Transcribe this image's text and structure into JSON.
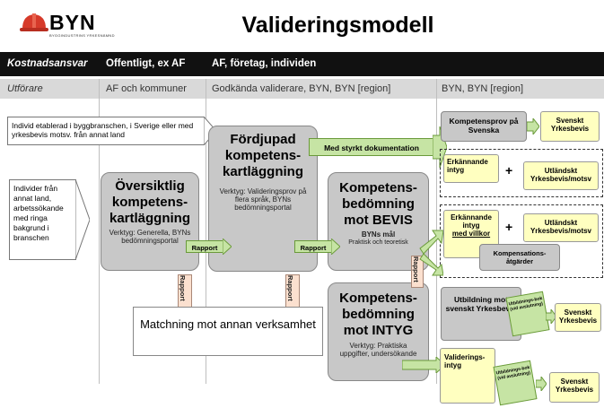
{
  "logo": {
    "text": "BYN",
    "subtitle": "BYGGINDUSTRINS YRKESNÄMND"
  },
  "title": "Valideringsmodell",
  "header_row": [
    "Kostnadsansvar",
    "Offentligt, ex AF",
    "AF, företag, individen"
  ],
  "sub_row": [
    "Utförare",
    "AF och kommuner",
    "Godkända validerare, BYN, BYN [region]",
    "BYN, BYN [region]"
  ],
  "notes": {
    "individ_etablerad": "Individ etablerad i byggbranschen, i Sverige eller med yrkesbevis motsv. från annat land",
    "individer_fran": "Individer från annat land, arbetssökande med ringa bakgrund i branschen"
  },
  "oversiktlig": {
    "title": "Översiktlig kompetens-kartläggning",
    "tool": "Verktyg: Generella, BYNs bedömningsportal"
  },
  "fordjupad": {
    "title": "Fördjupad kompetens-kartläggning",
    "tool": "Verktyg: Valideringsprov på flera språk, BYNs bedömningsportal"
  },
  "bevis": {
    "title": "Kompetens-bedömning mot BEVIS",
    "sub1": "BYNs mål",
    "sub2": "Praktisk och teoretisk"
  },
  "intyg": {
    "title": "Kompetens-bedömning mot INTYG",
    "tool": "Verktyg: Praktiska uppgifter, undersökande"
  },
  "matchning": "Matchning mot annan verksamhet",
  "med_styrkt": "Med styrkt dokumentation",
  "rapport": "Rapport",
  "right": {
    "kompetensprov": "Kompetensprov på Svenska",
    "svenskt_yrkesbevis": "Svenskt Yrkesbevis",
    "erkannande_intyg": "Erkännande intyg",
    "plus": "+",
    "utlandskt": "Utländskt Yrkesbevis/motsv",
    "erkannande_intyg_villkor_a": "Erkännande intyg",
    "med_villkor": "med villkor",
    "kompensationsatgarder": "Kompensations-åtgärder",
    "utbildning_mot": "Utbildning mot svenskt Yrkesbevis",
    "utbildningsbok": "Utbildnings-bok (vid avslutning)",
    "valideringsintyg": "Validerings-intyg"
  },
  "colors": {
    "header_bg": "#111111",
    "gray_box": "#c8c8c8",
    "green": "#c6e4a4",
    "yellow": "#ffffc0",
    "logo_red": "#d63a2a"
  }
}
